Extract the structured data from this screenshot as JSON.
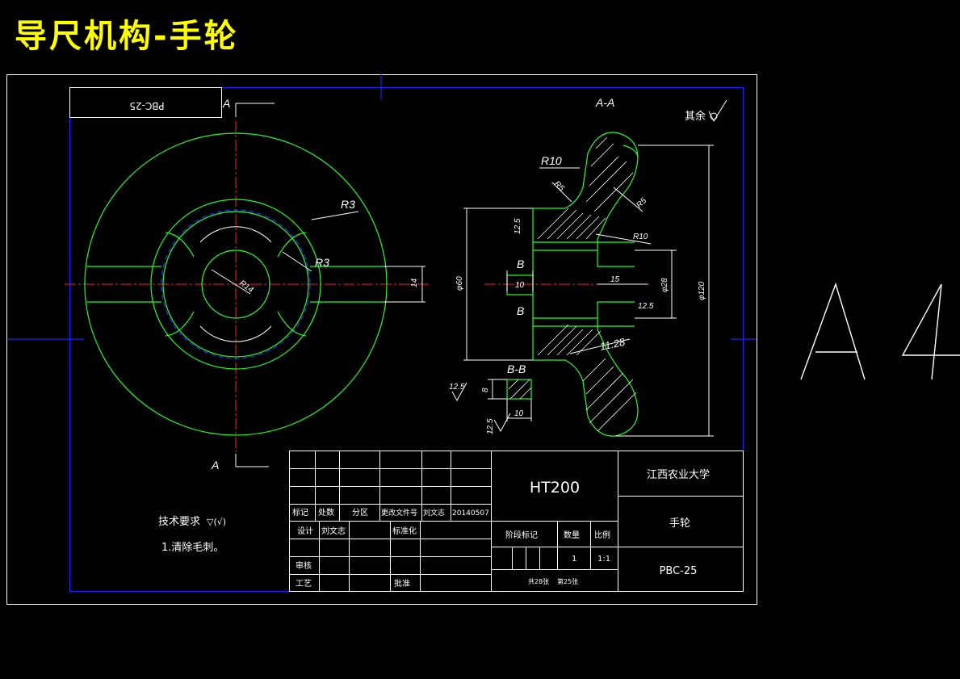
{
  "title": "导尺机构-手轮",
  "sheet_size_label": "A4",
  "colors": {
    "title": "#ffff00",
    "frame": "#ffffff",
    "inner_frame": "#0000ff",
    "geometry": "#00ff00",
    "centerline": "#ff0000",
    "hidden": "#0000ff",
    "text": "#ffffff"
  },
  "drawing_number_rotated": "PBC-25",
  "section_marks": {
    "a_top": "A",
    "a_bottom": "A",
    "aa": "A-A",
    "b_top": "B",
    "b_bottom": "B",
    "bb": "B-B"
  },
  "roughness_other": "其余",
  "dimensions": {
    "r3_upper": "R3",
    "r3_lower": "R3",
    "r14": "R14",
    "w14": "14",
    "r10_top": "R10",
    "r5_left": "R5",
    "r5_right": "R5",
    "r10_mid": "R10",
    "d60": "φ60",
    "d120": "φ120",
    "d28": "φ28",
    "d10": "10",
    "d15": "15",
    "d1128": "11.28",
    "ra_a": "12.5",
    "ra_b": "12.5",
    "ra_c": "12.5",
    "ra_d": "12.5",
    "bb_8": "8",
    "bb_10": "10"
  },
  "notes": {
    "heading": "技术要求",
    "heading_symbol": "▽(√)",
    "item1": "1.清除毛刺。"
  },
  "title_block": {
    "row_labels": {
      "mark": "标记",
      "count": "处数",
      "zone": "分区",
      "change_doc": "更改文件号",
      "signature": "刘文志",
      "date": "20140507"
    },
    "design_label": "设计",
    "designer": "刘文志",
    "standard_label": "标准化",
    "review_label": "审核",
    "process_label": "工艺",
    "approve_label": "批准",
    "material": "HT200",
    "stage_label": "阶段标记",
    "weight_label": "数量",
    "scale_label": "比例",
    "quantity": "1",
    "scale": "1:1",
    "sheets": "共28张",
    "sheet_no": "第25张",
    "school": "江西农业大学",
    "part_name": "手轮",
    "drawing_no": "PBC-25"
  }
}
